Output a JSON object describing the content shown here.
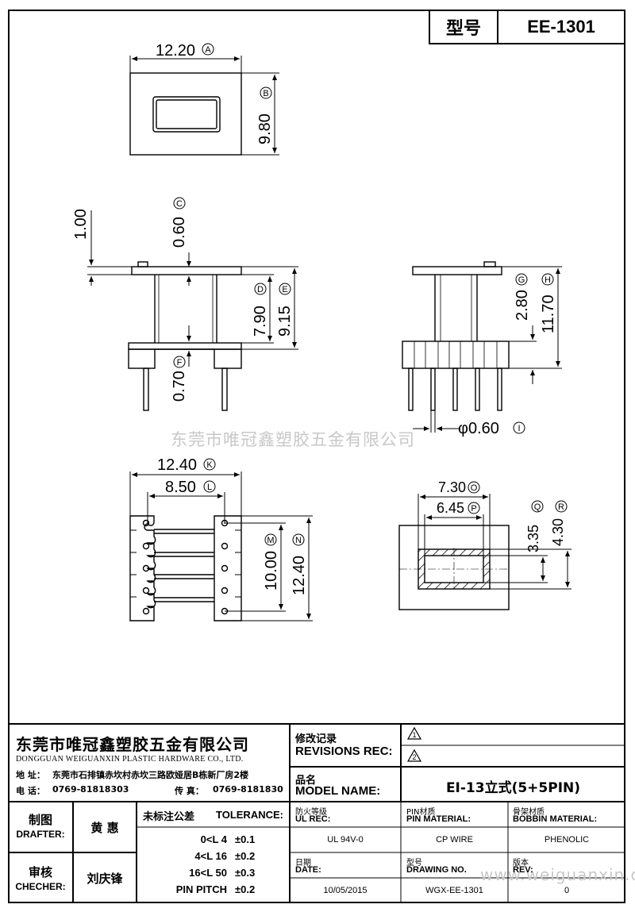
{
  "title": {
    "label": "型号",
    "value": "EE-1301"
  },
  "dims": {
    "a": "12.20",
    "b": "9.80",
    "c": "0.60",
    "c_top": "1.00",
    "d": "7.90",
    "e": "9.15",
    "f": "0.70",
    "g": "2.80",
    "h": "11.70",
    "i": "φ0.60",
    "k": "12.40",
    "l": "8.50",
    "m": "10.00",
    "n": "12.40",
    "o": "7.30",
    "p": "6.45",
    "q": "3.35",
    "r": "4.30"
  },
  "markers": {
    "a": "A",
    "b": "B",
    "c": "C",
    "d": "D",
    "e": "E",
    "f": "F",
    "g": "G",
    "h": "H",
    "i": "I",
    "k": "K",
    "l": "L",
    "m": "M",
    "n": "N",
    "o": "O",
    "p": "P",
    "q": "Q",
    "r": "R"
  },
  "watermark": "东莞市唯冠鑫塑胶五金有限公司",
  "watermark_url": "www.weiguanxin.com",
  "company": {
    "name_cn": "东莞市唯冠鑫塑胶五金有限公司",
    "name_en": "DONGGUAN WEIGUANXIN PLASTIC HARDWARE CO., LTD.",
    "address_label": "地  址：",
    "address": "东莞市石排镇赤坎村赤坎三路欧娅居B栋新厂房2楼",
    "tel_label": "电  话：",
    "tel": "0769-81818303",
    "fax_label": "传  真：",
    "fax": "0769-8181830"
  },
  "revisions": {
    "label_cn": "修改记录",
    "label_en": "REVISIONS REC:",
    "rev1": "1",
    "rev2": "2"
  },
  "model": {
    "label_cn": "品名",
    "label_en": "MODEL NAME:",
    "value": "EI-13立式(5+5PIN)"
  },
  "drafter": {
    "label_cn": "制图",
    "label_en": "DRAFTER:",
    "name": "黄  惠"
  },
  "checker": {
    "label_cn": "审核",
    "label_en": "CHECHER:",
    "name": "刘庆锋"
  },
  "tolerance": {
    "label_cn": "未标注公差",
    "label_en": "TOLERANCE:",
    "rows": [
      {
        "range": "0<L   4",
        "tol": "±0.1"
      },
      {
        "range": "4<L   16",
        "tol": "±0.2"
      },
      {
        "range": "16<L   50",
        "tol": "±0.3"
      },
      {
        "range": "PIN PITCH",
        "tol": "±0.2"
      }
    ]
  },
  "specs": {
    "ul_label_cn": "防火等级",
    "ul_label_en": "UL REC:",
    "ul_value": "UL 94V-0",
    "pin_label_cn": "PIN材质",
    "pin_label_en": "PIN MATERIAL:",
    "pin_value": "CP WIRE",
    "bobbin_label_cn": "骨架材质",
    "bobbin_label_en": "BOBBIN MATERIAL:",
    "bobbin_value": "PHENOLIC",
    "date_label_cn": "日期",
    "date_label_en": "DATE:",
    "date_value": "10/05/2015",
    "dwg_label_cn": "型号",
    "dwg_label_en": "DRAWING NO.",
    "dwg_value": "WGX-EE-1301",
    "rev_label_cn": "版本",
    "rev_label_en": "REV:",
    "rev_value": "0"
  }
}
